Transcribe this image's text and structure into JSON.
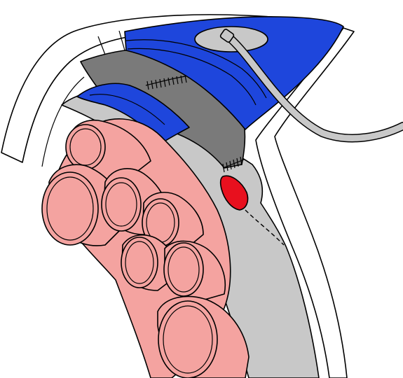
{
  "diagram": {
    "kind": "anatomical-cross-section",
    "text_labels": [],
    "colors": {
      "background": "#ffffff",
      "outer_wall": "#ffffff",
      "light_gray_layer": "#c8c8c8",
      "dark_gray_graft": "#7a7a7a",
      "blue_flap": "#1e46dc",
      "pink_tubes": "#f4a3a0",
      "red_spot": "#e8101e",
      "catheter_tube": "#c8c8c8",
      "outline": "#000000"
    },
    "components": [
      "outer-white-wall",
      "light-gray-layer",
      "dark-gray-graft",
      "blue-upper-flap",
      "blue-lower-flap",
      "oval-port",
      "curved-catheter-tube",
      "red-spot",
      "pink-cylinder-bundle",
      "suture-lines"
    ],
    "pink_tube_count": 7
  }
}
